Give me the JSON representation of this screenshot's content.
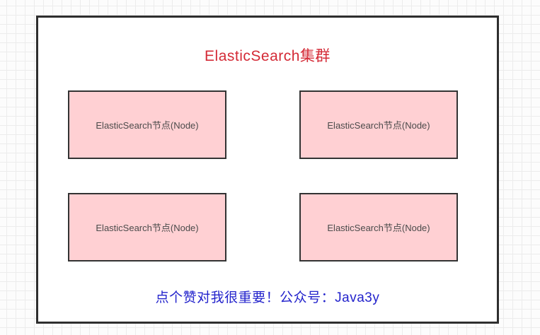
{
  "diagram": {
    "title": "ElasticSearch集群",
    "nodes": [
      {
        "label": "ElasticSearch节点(Node)"
      },
      {
        "label": "ElasticSearch节点(Node)"
      },
      {
        "label": "ElasticSearch节点(Node)"
      },
      {
        "label": "ElasticSearch节点(Node)"
      }
    ],
    "caption": "点个赞对我很重要！公众号：Java3y",
    "colors": {
      "title_text": "#d42a36",
      "node_fill": "#ffd0d3",
      "node_border": "#333333",
      "node_text": "#4b4b4b",
      "caption_text": "#2323cc",
      "sheet_border": "#2e2e2e",
      "grid_line": "#ececec",
      "background": "#fcfcfc"
    }
  }
}
